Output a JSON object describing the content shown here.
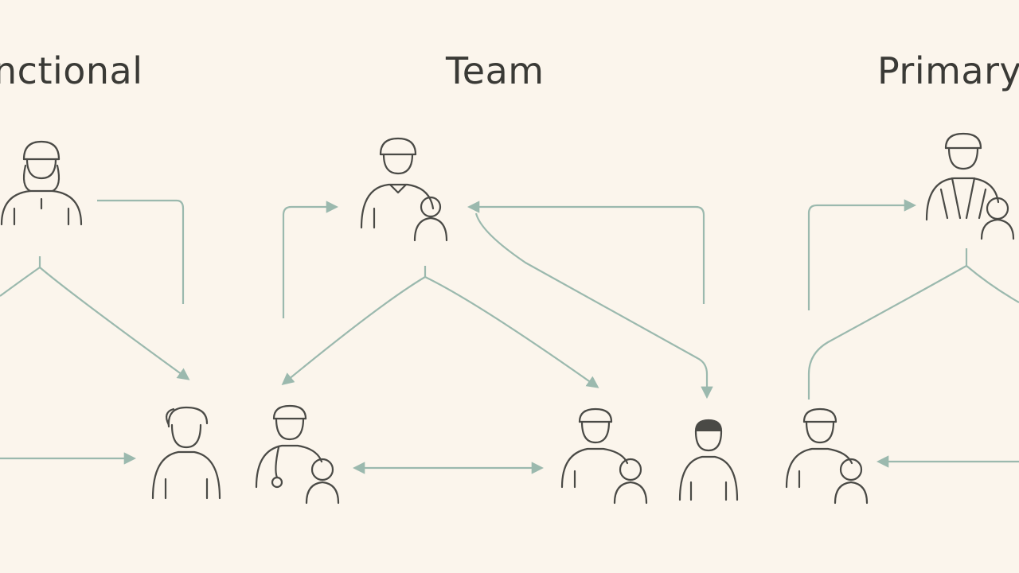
{
  "headings": {
    "functional": "nctional",
    "team": "Team",
    "primary": "Primary"
  },
  "colors": {
    "background": "#fbf5ec",
    "connector": "#9bb9ae",
    "figure_outline": "#4a4a46",
    "heading_text": "#3a3a36"
  },
  "icons": [
    "nurse-icon",
    "doctor-with-child-icon",
    "patient-icon",
    "clinician-icon"
  ]
}
